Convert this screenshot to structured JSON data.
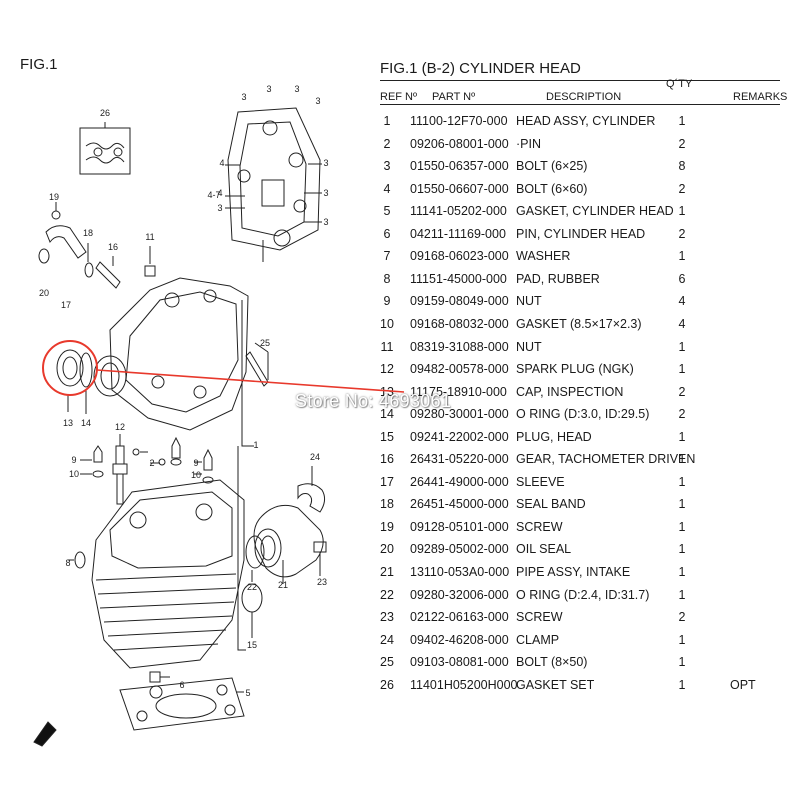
{
  "figure_label": "FIG.1",
  "table": {
    "title": "FIG.1 (B-2) CYLINDER HEAD",
    "headers": {
      "ref": "REF Nº",
      "part": "PART Nº",
      "description": "DESCRIPTION",
      "qty_line1": "Q´TY",
      "remarks": "REMARKS"
    },
    "rows": [
      {
        "ref": "1",
        "part": "11100-12F70-000",
        "description": "HEAD ASSY, CYLINDER",
        "qty": "1",
        "remarks": ""
      },
      {
        "ref": "2",
        "part": "09206-08001-000",
        "description": "·PIN",
        "qty": "2",
        "remarks": ""
      },
      {
        "ref": "3",
        "part": "01550-06357-000",
        "description": "BOLT (6×25)",
        "qty": "8",
        "remarks": ""
      },
      {
        "ref": "4",
        "part": "01550-06607-000",
        "description": "BOLT (6×60)",
        "qty": "2",
        "remarks": ""
      },
      {
        "ref": "5",
        "part": "11141-05202-000",
        "description": "GASKET, CYLINDER HEAD",
        "qty": "1",
        "remarks": ""
      },
      {
        "ref": "6",
        "part": "04211-11169-000",
        "description": "PIN, CYLINDER HEAD",
        "qty": "2",
        "remarks": ""
      },
      {
        "ref": "7",
        "part": "09168-06023-000",
        "description": "WASHER",
        "qty": "1",
        "remarks": ""
      },
      {
        "ref": "8",
        "part": "11151-45000-000",
        "description": "PAD, RUBBER",
        "qty": "6",
        "remarks": ""
      },
      {
        "ref": "9",
        "part": "09159-08049-000",
        "description": "NUT",
        "qty": "4",
        "remarks": ""
      },
      {
        "ref": "10",
        "part": "09168-08032-000",
        "description": "GASKET (8.5×17×2.3)",
        "qty": "4",
        "remarks": ""
      },
      {
        "ref": "11",
        "part": "08319-31088-000",
        "description": "NUT",
        "qty": "1",
        "remarks": ""
      },
      {
        "ref": "12",
        "part": "09482-00578-000",
        "description": "SPARK PLUG (NGK)",
        "qty": "1",
        "remarks": ""
      },
      {
        "ref": "13",
        "part": "11175-18910-000",
        "description": "CAP, INSPECTION",
        "qty": "2",
        "remarks": ""
      },
      {
        "ref": "14",
        "part": "09280-30001-000",
        "description": "O RING (D:3.0, ID:29.5)",
        "qty": "2",
        "remarks": ""
      },
      {
        "ref": "15",
        "part": "09241-22002-000",
        "description": "PLUG, HEAD",
        "qty": "1",
        "remarks": ""
      },
      {
        "ref": "16",
        "part": "26431-05220-000",
        "description": "GEAR, TACHOMETER DRIVEN",
        "qty": "1",
        "remarks": ""
      },
      {
        "ref": "17",
        "part": "26441-49000-000",
        "description": "SLEEVE",
        "qty": "1",
        "remarks": ""
      },
      {
        "ref": "18",
        "part": "26451-45000-000",
        "description": "SEAL BAND",
        "qty": "1",
        "remarks": ""
      },
      {
        "ref": "19",
        "part": "09128-05101-000",
        "description": "SCREW",
        "qty": "1",
        "remarks": ""
      },
      {
        "ref": "20",
        "part": "09289-05002-000",
        "description": "OIL SEAL",
        "qty": "1",
        "remarks": ""
      },
      {
        "ref": "21",
        "part": "13110-053A0-000",
        "description": "PIPE ASSY, INTAKE",
        "qty": "1",
        "remarks": ""
      },
      {
        "ref": "22",
        "part": "09280-32006-000",
        "description": "O RING (D:2.4, ID:31.7)",
        "qty": "1",
        "remarks": ""
      },
      {
        "ref": "23",
        "part": "02122-06163-000",
        "description": "SCREW",
        "qty": "2",
        "remarks": ""
      },
      {
        "ref": "24",
        "part": "09402-46208-000",
        "description": "CLAMP",
        "qty": "1",
        "remarks": ""
      },
      {
        "ref": "25",
        "part": "09103-08081-000",
        "description": "BOLT (8×50)",
        "qty": "1",
        "remarks": ""
      },
      {
        "ref": "26",
        "part": "11401H05200H000",
        "description": "GASKET SET",
        "qty": "1",
        "remarks": "OPT"
      }
    ]
  },
  "diagram": {
    "callouts": [
      "26",
      "3",
      "3",
      "3",
      "3",
      "4",
      "4",
      "4-7",
      "3",
      "3",
      "3",
      "3",
      "19",
      "18",
      "16",
      "11",
      "20",
      "17",
      "25",
      "13",
      "14",
      "1",
      "12",
      "9",
      "10",
      "2",
      "9",
      "10",
      "24",
      "8",
      "21",
      "22",
      "23",
      "15",
      "6",
      "5"
    ]
  },
  "watermark": "Store No: 4693061",
  "colors": {
    "highlight": "#e8392c",
    "ink": "#222222"
  }
}
